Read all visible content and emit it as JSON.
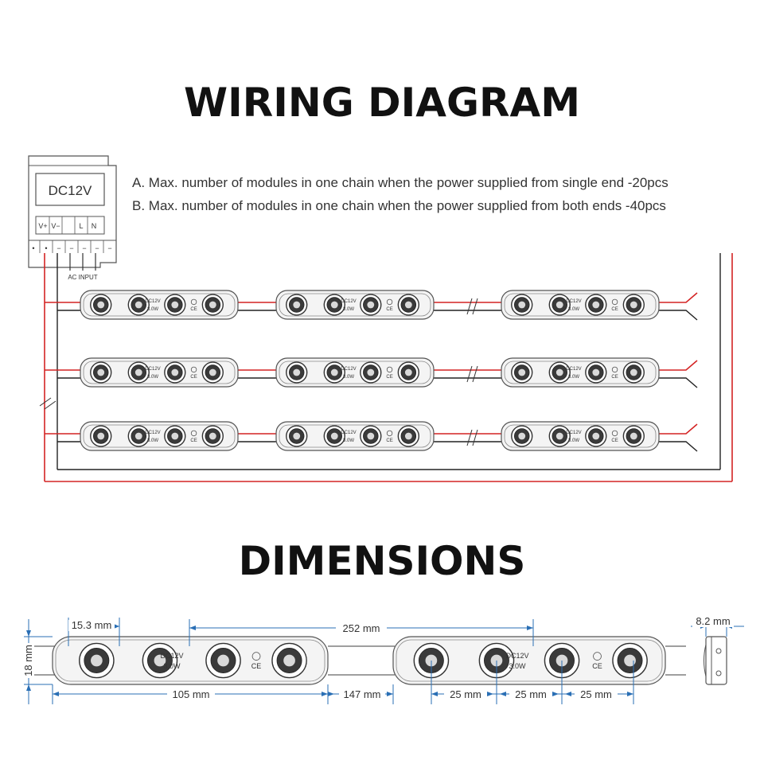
{
  "wiring": {
    "title": "WIRING DIAGRAM",
    "notes": [
      "A. Max. number of modules in one chain when the power supplied from single end -20pcs",
      "B. Max. number of modules in one chain when the power supplied from both ends -40pcs"
    ],
    "power_supply": {
      "label": "DC12V",
      "terminals": [
        "V+",
        "V−",
        "L",
        "N"
      ],
      "pins": [
        "•",
        "•",
        "−",
        "−",
        "−",
        "−",
        "−"
      ],
      "ac_label": "AC INPUT"
    },
    "module": {
      "voltage": "DC12V",
      "power": "3.0W",
      "cert": "CE"
    },
    "colors": {
      "positive_wire": "#d42424",
      "negative_wire": "#222222",
      "outline": "#555555"
    }
  },
  "dimensions": {
    "title": "DIMENSIONS",
    "module": {
      "voltage": "DC12V",
      "power": "3.0W",
      "cert": "CE"
    },
    "labels": {
      "lens_pitch": "15.3 mm",
      "total_length": "252 mm",
      "depth": "8.2 mm",
      "height": "18 mm",
      "module_length": "105 mm",
      "gap": "147 mm",
      "spacing": [
        "25 mm",
        "25 mm",
        "25 mm"
      ]
    },
    "colors": {
      "dimension_line": "#2a6fb5",
      "dimension_text": "#333333"
    }
  }
}
